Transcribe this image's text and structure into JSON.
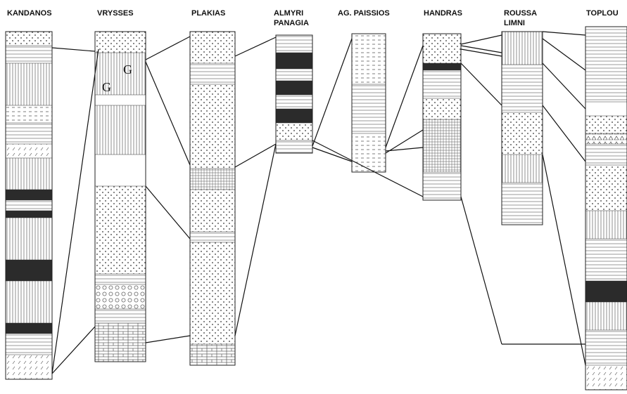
{
  "columns": [
    {
      "id": "kandanos",
      "label_lines": [
        "KANDANOS"
      ]
    },
    {
      "id": "vrysses",
      "label_lines": [
        "VRYSSES"
      ]
    },
    {
      "id": "plakias",
      "label_lines": [
        "PLAKIAS"
      ]
    },
    {
      "id": "almyri",
      "label_lines": [
        "ALMYRI",
        "PANAGIA"
      ]
    },
    {
      "id": "paissios",
      "label_lines": [
        "AG. PAISSIOS"
      ]
    },
    {
      "id": "handras",
      "label_lines": [
        "HANDRAS"
      ]
    },
    {
      "id": "roussa",
      "label_lines": [
        "ROUSSA",
        "LIMNI"
      ]
    },
    {
      "id": "toplou",
      "label_lines": [
        "TOPLOU"
      ]
    }
  ],
  "colors": {
    "ink": "#111111",
    "dark_layer": "#2b2b2b",
    "mid_layer": "#9a9a9a",
    "light_layer": "#d8d8d8"
  }
}
